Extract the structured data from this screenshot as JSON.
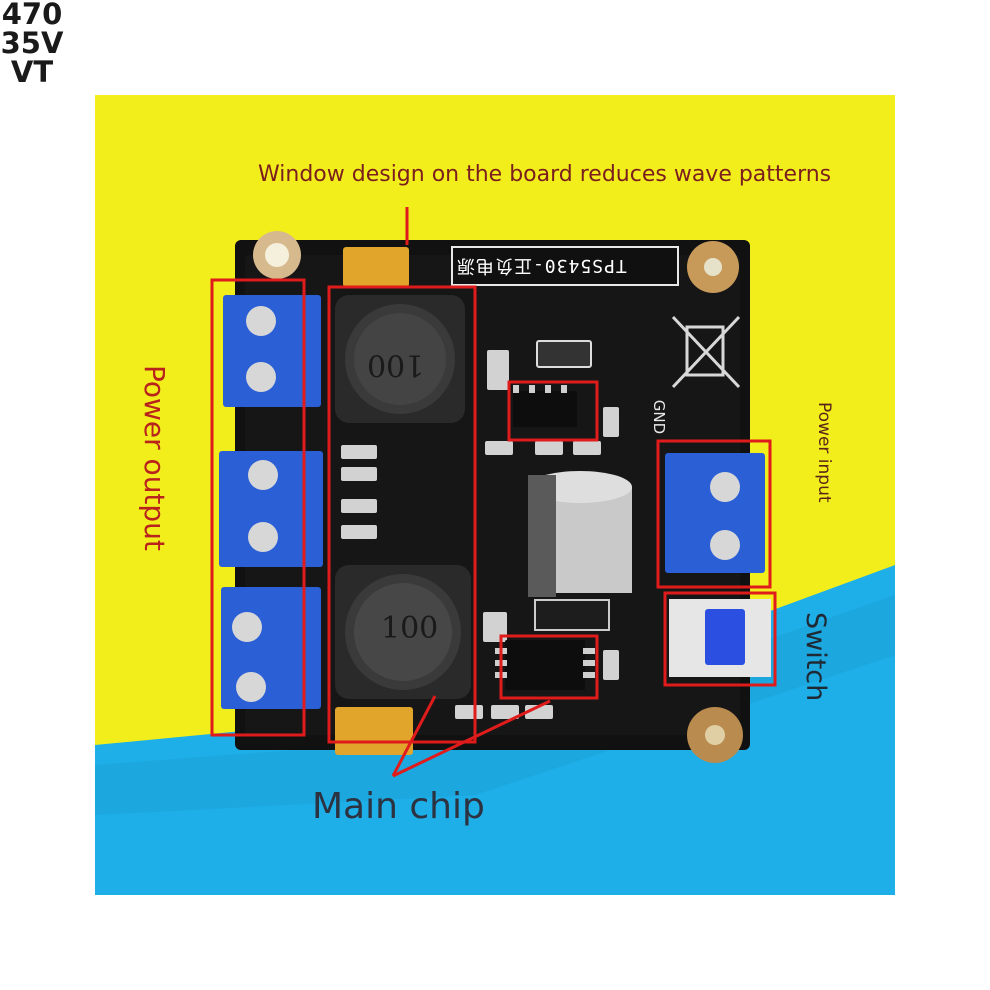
{
  "annotations": {
    "title": "Window design on the board reduces wave patterns",
    "main_chip": "Main chip",
    "power_output": "Power output",
    "power_input": "Power input",
    "switch": "Switch"
  },
  "board": {
    "chip_label": "TPS5430-正负电源",
    "capacitor_label_lines": [
      "470",
      "35V",
      "VT"
    ],
    "inductor_label": "100",
    "gnd_label": "GND"
  },
  "colors": {
    "background_yellow": "#f2ee1c",
    "background_blue": "#1eaee8",
    "pcb": "#111111",
    "terminal_blue": "#2b5fd6",
    "highlight_red": "#e01b1b",
    "title_text": "#7a1e1e"
  }
}
